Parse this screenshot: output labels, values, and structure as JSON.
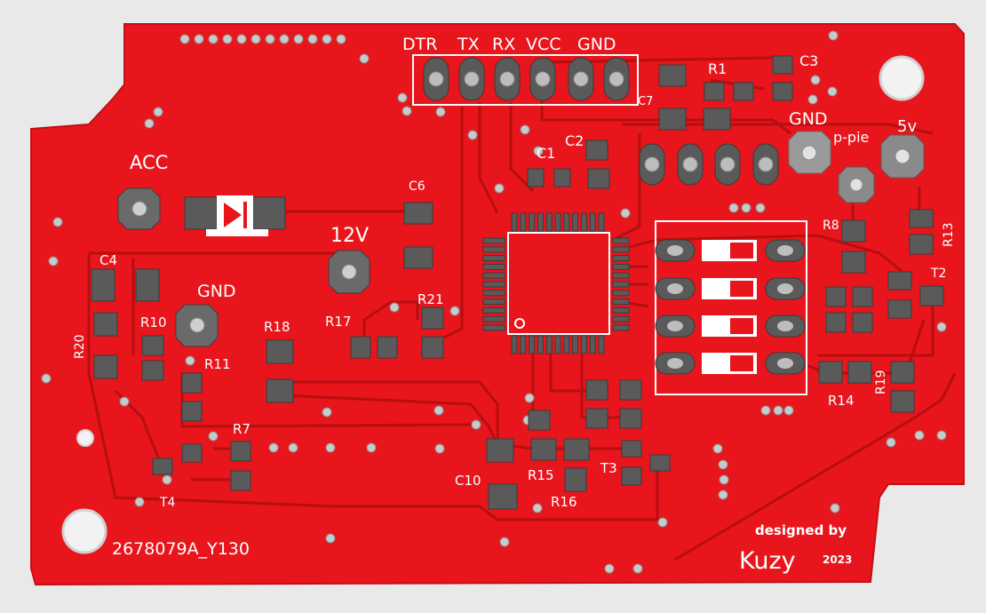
{
  "board": {
    "colors": {
      "soldermask": "#e8151c",
      "background": "#e9e9ea",
      "silkscreen": "#ffffff",
      "pad": "#5a5a5a"
    },
    "header_labels": [
      "DTR",
      "TX",
      "RX",
      "VCC",
      "GND"
    ],
    "power_labels": {
      "acc": "ACC",
      "v12": "12V",
      "gnd_left": "GND",
      "gnd_right": "GND",
      "v5": "5v",
      "ppie": "p-pie"
    },
    "designators": {
      "c1": "C1",
      "c2": "C2",
      "c3": "C3",
      "c4": "C4",
      "c6": "C6",
      "c7": "C7",
      "c10": "C10",
      "r1": "R1",
      "r7": "R7",
      "r8": "R8",
      "r10": "R10",
      "r11": "R11",
      "r13": "R13",
      "r14": "R14",
      "r15": "R15",
      "r16": "R16",
      "r17": "R17",
      "r18": "R18",
      "r19": "R19",
      "r20": "R20",
      "r21": "R21",
      "t2": "T2",
      "t3": "T3",
      "t4": "T4"
    },
    "footer": {
      "part_number": "2678079A_Y130",
      "credit_line": "designed by",
      "author": "Kuzy",
      "year": "2023"
    }
  }
}
